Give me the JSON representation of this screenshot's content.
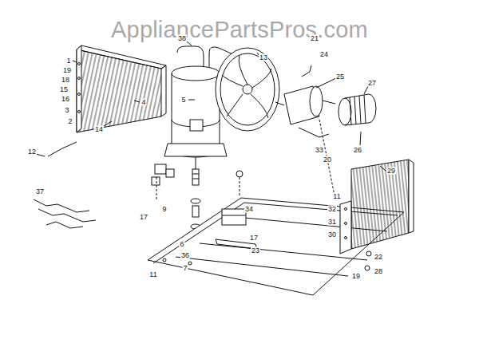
{
  "diagram": {
    "labels": [
      "AppliancePartsPros.com",
      "1",
      "19",
      "18",
      "15",
      "16",
      "3",
      "2",
      "14",
      "4",
      "12",
      "37",
      "38",
      "5",
      "9",
      "17",
      "34",
      "6",
      "36",
      "7",
      "17",
      "23",
      "11",
      "13",
      "21",
      "24",
      "25",
      "27",
      "33",
      "20",
      "26",
      "29",
      "11",
      "32",
      "31",
      "30",
      "19",
      "22",
      "28"
    ]
  }
}
